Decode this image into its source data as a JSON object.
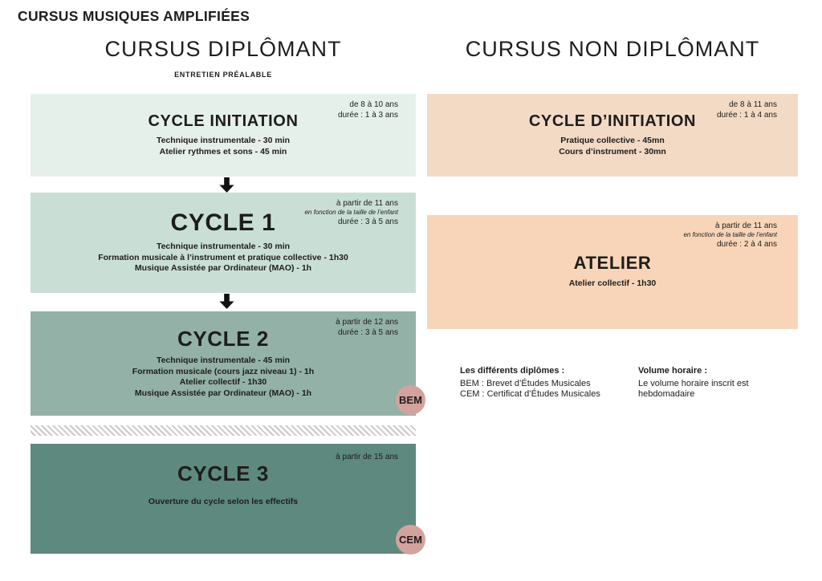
{
  "main_title": "CURSUS MUSIQUES AMPLIFIÉES",
  "left": {
    "header": "CURSUS DIPLÔMANT",
    "subheader": "ENTRETIEN PRÉALABLE",
    "boxes": {
      "initiation": {
        "title": "CYCLE INITIATION",
        "lines": [
          "Technique instrumentale - 30 min",
          "Atelier rythmes et sons - 45 min"
        ],
        "age": "de 8 à 10 ans",
        "duration": "durée : 1 à 3 ans"
      },
      "cycle1": {
        "title": "CYCLE 1",
        "lines": [
          "Technique instrumentale - 30 min",
          "Formation musicale à l’instrument et pratique collective - 1h30",
          "Musique Assistée par Ordinateur (MAO) - 1h"
        ],
        "age": "à partir de 11 ans",
        "note": "en fonction de la taille de l’enfant",
        "duration": "durée : 3 à 5 ans"
      },
      "cycle2": {
        "title": "CYCLE 2",
        "lines": [
          "Technique instrumentale - 45 min",
          "Formation musicale (cours jazz niveau 1) - 1h",
          "Atelier collectif - 1h30",
          "Musique Assistée par Ordinateur (MAO) - 1h"
        ],
        "age": "à partir de 12 ans",
        "duration": "durée : 3 à 5 ans",
        "badge": "BEM"
      },
      "cycle3": {
        "title": "CYCLE 3",
        "lines": [
          "Ouverture du cycle selon les effectifs"
        ],
        "age": "à partir de 15 ans",
        "badge": "CEM"
      }
    }
  },
  "right": {
    "header": "CURSUS NON DIPLÔMANT",
    "boxes": {
      "initiation": {
        "title": "CYCLE D’INITIATION",
        "lines": [
          "Pratique collective - 45mn",
          "Cours d’instrument - 30mn"
        ],
        "age": "de 8 à 11 ans",
        "duration": "durée : 1 à 4 ans"
      },
      "atelier": {
        "title": "ATELIER",
        "lines": [
          "Atelier collectif - 1h30"
        ],
        "age": "à partir de 11 ans",
        "note": "en fonction de la taille de l’enfant",
        "duration": "durée : 2 à 4 ans"
      }
    }
  },
  "legend": {
    "diplomas": {
      "title": "Les différents diplômes :",
      "lines": [
        "BEM : Brevet d’Études Musicales",
        "CEM : Certificat d’Études Musicales"
      ]
    },
    "volume": {
      "title": "Volume horaire :",
      "lines": [
        "Le volume horaire inscrit est",
        "hebdomadaire"
      ]
    }
  },
  "colors": {
    "box_l1": "#e6f0ea",
    "box_l2": "#c9dfd5",
    "box_l3": "#93b1a6",
    "box_l4": "#5e897e",
    "box_r1": "#f3dac5",
    "box_r2": "#f8d5b8",
    "badge": "#d4a29e",
    "arrow": "#111111"
  }
}
